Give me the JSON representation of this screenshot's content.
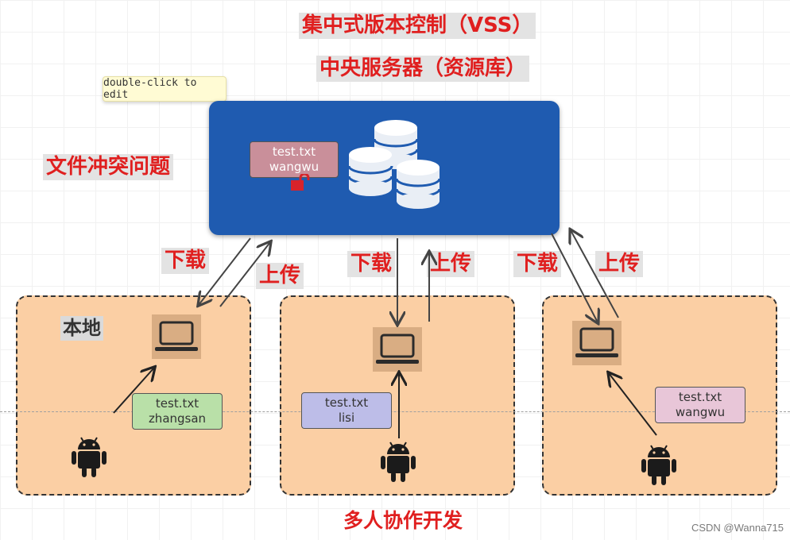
{
  "title": "集中式版本控制（VSS）",
  "subtitle": "中央服务器（资源库）",
  "tooltip": "double-click to edit",
  "conflict_label": "文件冲突问题",
  "server_file": {
    "name": "test.txt",
    "user": "wangwu"
  },
  "local_label": "本地",
  "download_label": "下载",
  "upload_label": "上传",
  "clients": [
    {
      "file": "test.txt",
      "user": "zhangsan",
      "color": "#b9e0a8"
    },
    {
      "file": "test.txt",
      "user": "lisi",
      "color": "#bdbde8"
    },
    {
      "file": "test.txt",
      "user": "wangwu",
      "color": "#e8c6d8"
    }
  ],
  "footer": "多人协作开发",
  "watermark": "CSDN @Wanna715",
  "colors": {
    "server_bg": "#1f5bb0",
    "zone_bg": "#fbcfa4",
    "label_red": "#e01f1f",
    "server_file_bg": "#c98f9a",
    "lock": "#d8232a"
  }
}
